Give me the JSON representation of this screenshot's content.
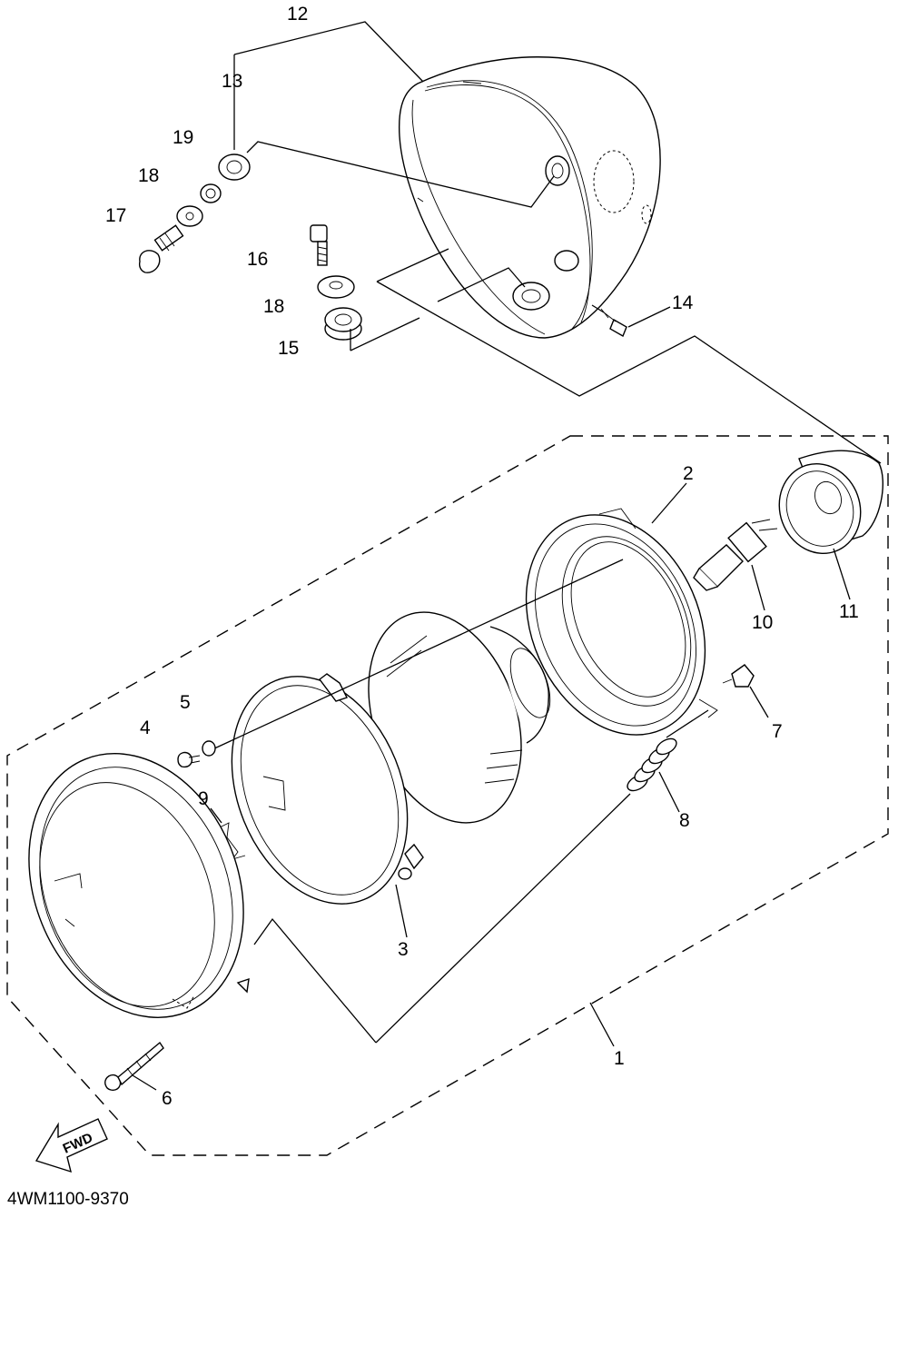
{
  "diagram": {
    "part_code": "4WM1100-9370",
    "fwd_label": "FWD",
    "callouts": [
      {
        "id": "c1",
        "text": "1"
      },
      {
        "id": "c2",
        "text": "2"
      },
      {
        "id": "c3",
        "text": "3"
      },
      {
        "id": "c4",
        "text": "4"
      },
      {
        "id": "c5",
        "text": "5"
      },
      {
        "id": "c6",
        "text": "6"
      },
      {
        "id": "c7",
        "text": "7"
      },
      {
        "id": "c8",
        "text": "8"
      },
      {
        "id": "c9",
        "text": "9"
      },
      {
        "id": "c10",
        "text": "10"
      },
      {
        "id": "c11",
        "text": "11"
      },
      {
        "id": "c12",
        "text": "12"
      },
      {
        "id": "c13",
        "text": "13"
      },
      {
        "id": "c14",
        "text": "14"
      },
      {
        "id": "c15",
        "text": "15"
      },
      {
        "id": "c16",
        "text": "16"
      },
      {
        "id": "c17",
        "text": "17"
      },
      {
        "id": "c18a",
        "text": "18"
      },
      {
        "id": "c18b",
        "text": "18"
      },
      {
        "id": "c19",
        "text": "19"
      }
    ]
  }
}
